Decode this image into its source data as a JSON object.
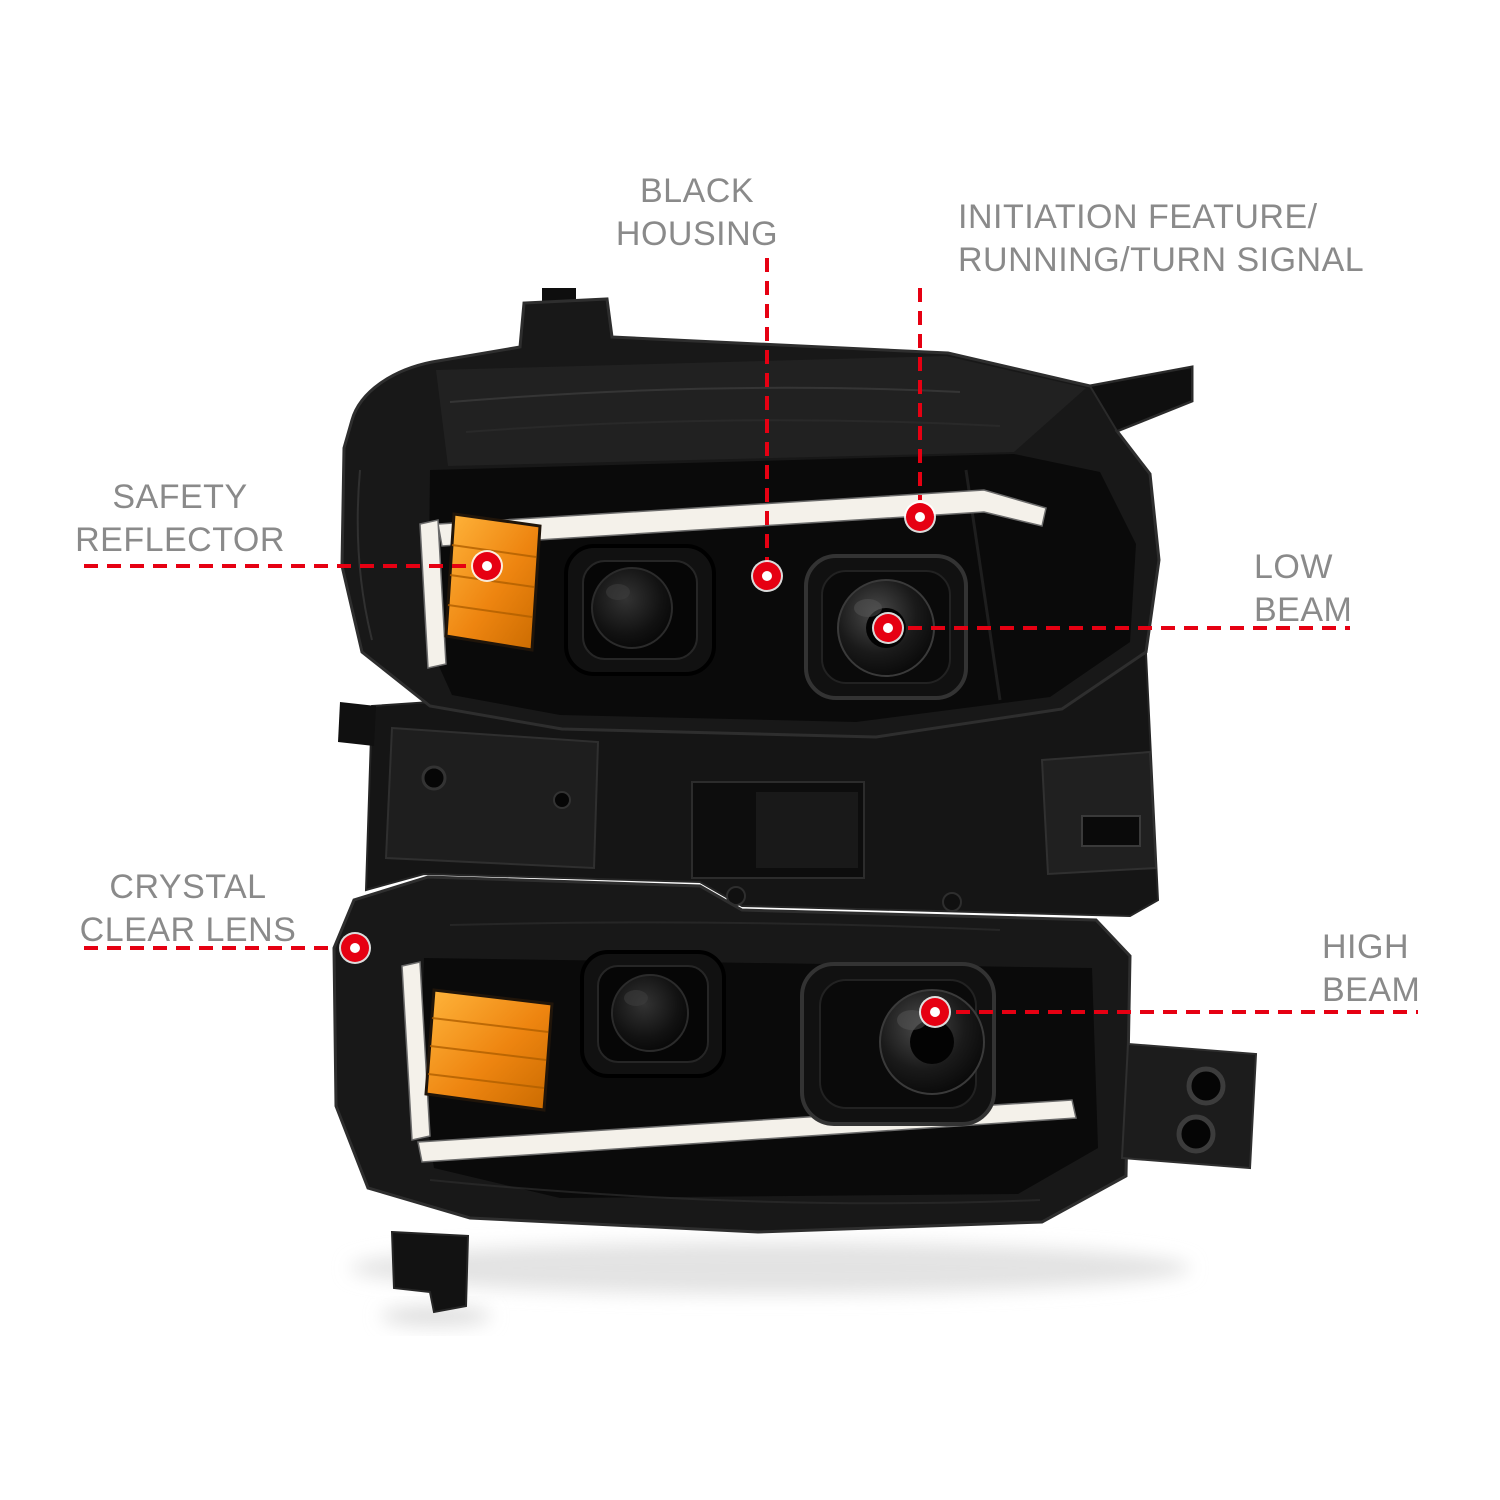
{
  "colors": {
    "accent_red": "#e60012",
    "label_gray": "#8a8a8a",
    "amber_reflector": "#ee8510",
    "drl_white": "#f4f1ea",
    "housing_black": "#121212",
    "background": "#ffffff"
  },
  "callouts": {
    "black_housing": {
      "line1": "BLACK",
      "line2": "HOUSING"
    },
    "initiation_feature": {
      "line1": "INITIATION FEATURE/",
      "line2": "RUNNING/TURN SIGNAL"
    },
    "safety_reflector": {
      "line1": "SAFETY",
      "line2": "REFLECTOR"
    },
    "low_beam": {
      "line1": "LOW",
      "line2": "BEAM"
    },
    "crystal_clear_lens": {
      "line1": "CRYSTAL",
      "line2": "CLEAR LENS"
    },
    "high_beam": {
      "line1": "HIGH",
      "line2": "BEAM"
    }
  }
}
